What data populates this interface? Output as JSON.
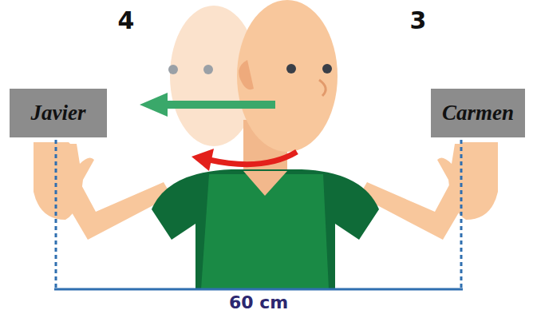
{
  "diagram": {
    "nodes": [
      {
        "text": [
          "Javier"
        ]
      },
      {
        "text": [
          "Carmen"
        ]
      }
    ],
    "labels": [
      "4",
      "3",
      "60 cm"
    ]
  }
}
